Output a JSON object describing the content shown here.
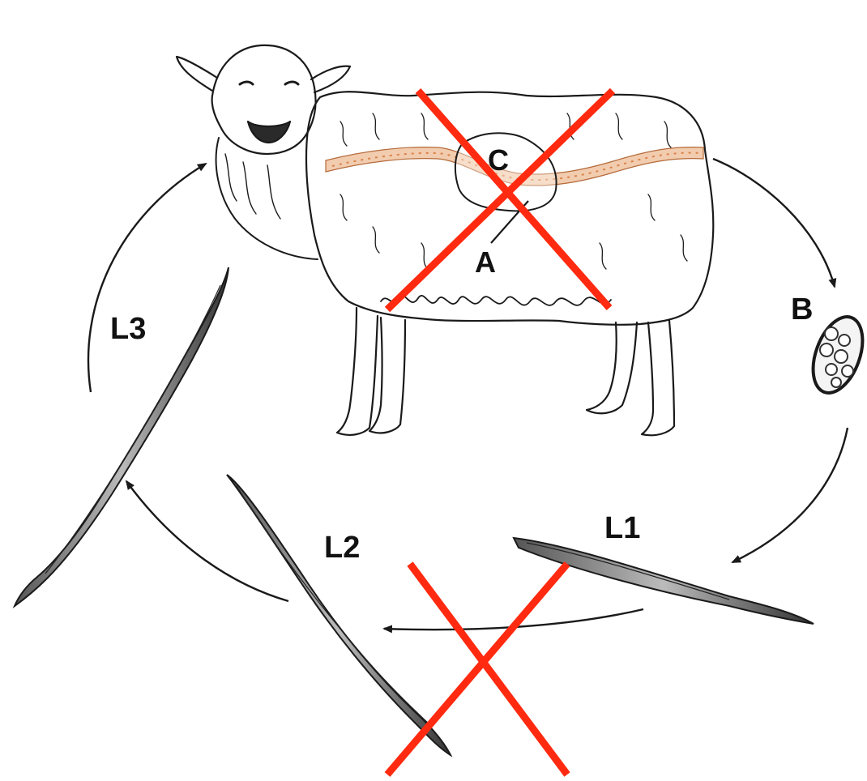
{
  "diagram": {
    "labels": {
      "c": "C",
      "a": "A",
      "b": "B",
      "l1": "L1",
      "l2": "L2",
      "l3": "L3"
    },
    "colors": {
      "ink": "#1a1a1a",
      "blood_vessel": "#e8a26e",
      "cross_mark": "#ff2a10"
    },
    "crossed_out": [
      "C",
      "L1-to-L2"
    ]
  }
}
